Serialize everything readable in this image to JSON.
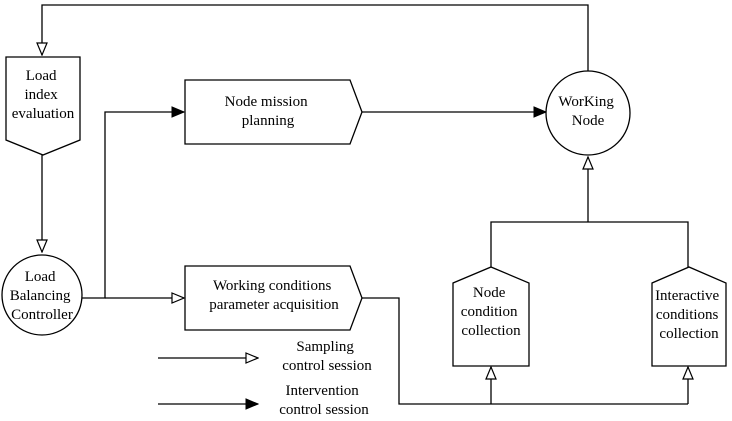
{
  "nodes": {
    "load_index_evaluation": {
      "lines": [
        "Load",
        "index",
        "evaluation"
      ]
    },
    "load_balancing_controller": {
      "lines": [
        "Load",
        "Balancing",
        "Controller"
      ]
    },
    "node_mission_planning": {
      "lines": [
        "Node mission",
        "planning"
      ]
    },
    "working_node": {
      "lines": [
        "WorKing",
        "Node"
      ]
    },
    "working_conditions_acquisition": {
      "lines": [
        "Working conditions",
        "parameter acquisition"
      ]
    },
    "node_condition_collection": {
      "lines": [
        "Node",
        "condition",
        "collection"
      ]
    },
    "interactive_conditions_collection": {
      "lines": [
        "Interactive",
        "conditions",
        "collection"
      ]
    }
  },
  "legend": {
    "sampling": {
      "lines": [
        "Sampling",
        "control session"
      ]
    },
    "intervention": {
      "lines": [
        "Intervention",
        "control session"
      ]
    }
  }
}
